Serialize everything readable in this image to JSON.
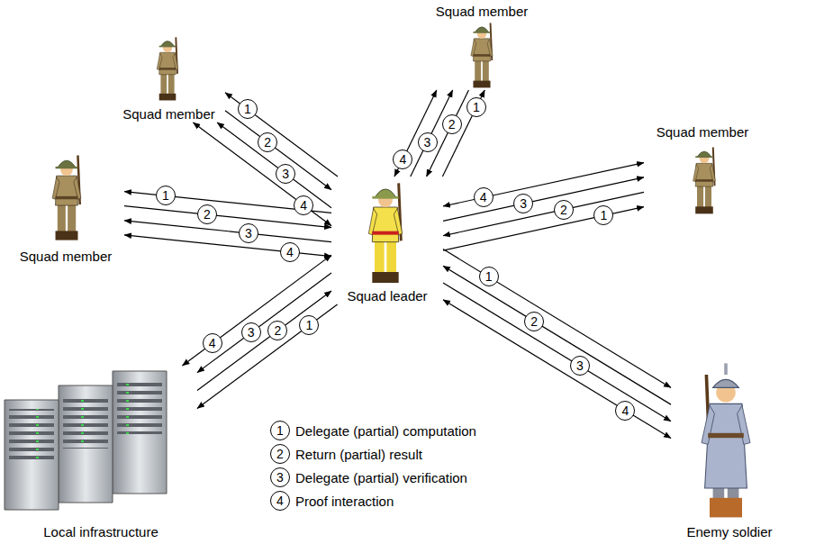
{
  "diagram": {
    "nodes": [
      {
        "text": [
          "Squad member"
        ]
      },
      {
        "text": [
          "Squad member"
        ]
      },
      {
        "text": [
          "Squad member"
        ]
      },
      {
        "text": [
          "Squad member"
        ]
      },
      {
        "text": [
          "Squad leader"
        ]
      },
      {
        "text": [
          "Local infrastructure"
        ]
      },
      {
        "text": [
          "Enemy soldier"
        ]
      }
    ],
    "edges": [
      {
        "from": 4,
        "to": 0,
        "arrow": "to",
        "label": "1"
      },
      {
        "from": 0,
        "to": 4,
        "arrow": "to",
        "label": "2"
      },
      {
        "from": 4,
        "to": 0,
        "arrow": "to",
        "label": "3"
      },
      {
        "from": 4,
        "to": 0,
        "arrow": "both",
        "label": "4"
      },
      {
        "from": 4,
        "to": 1,
        "arrow": "to",
        "label": "1"
      },
      {
        "from": 1,
        "to": 4,
        "arrow": "to",
        "label": "2"
      },
      {
        "from": 4,
        "to": 1,
        "arrow": "to",
        "label": "3"
      },
      {
        "from": 4,
        "to": 1,
        "arrow": "both",
        "label": "4"
      },
      {
        "from": 4,
        "to": 2,
        "arrow": "to",
        "label": "1"
      },
      {
        "from": 2,
        "to": 4,
        "arrow": "to",
        "label": "2"
      },
      {
        "from": 4,
        "to": 2,
        "arrow": "to",
        "label": "3"
      },
      {
        "from": 4,
        "to": 2,
        "arrow": "both",
        "label": "4"
      },
      {
        "from": 4,
        "to": 3,
        "arrow": "to",
        "label": "1"
      },
      {
        "from": 3,
        "to": 4,
        "arrow": "to",
        "label": "2"
      },
      {
        "from": 4,
        "to": 3,
        "arrow": "to",
        "label": "3"
      },
      {
        "from": 4,
        "to": 3,
        "arrow": "both",
        "label": "4"
      },
      {
        "from": 4,
        "to": 5,
        "arrow": "to",
        "label": "1"
      },
      {
        "from": 5,
        "to": 4,
        "arrow": "to",
        "label": "2"
      },
      {
        "from": 4,
        "to": 5,
        "arrow": "to",
        "label": "3"
      },
      {
        "from": 4,
        "to": 5,
        "arrow": "both",
        "label": "4"
      },
      {
        "from": 4,
        "to": 6,
        "arrow": "to",
        "label": "1"
      },
      {
        "from": 6,
        "to": 4,
        "arrow": "to",
        "label": "2"
      },
      {
        "from": 4,
        "to": 6,
        "arrow": "to",
        "label": "3"
      },
      {
        "from": 4,
        "to": 6,
        "arrow": "both",
        "label": "4"
      }
    ],
    "labels": [
      "1",
      "2",
      "3",
      "4"
    ],
    "legend": [
      {
        "text": "Delegate (partial) computation"
      },
      {
        "text": "Return (partial) result"
      },
      {
        "text": "Delegate (partial) verification"
      },
      {
        "text": "Proof interaction"
      }
    ]
  }
}
